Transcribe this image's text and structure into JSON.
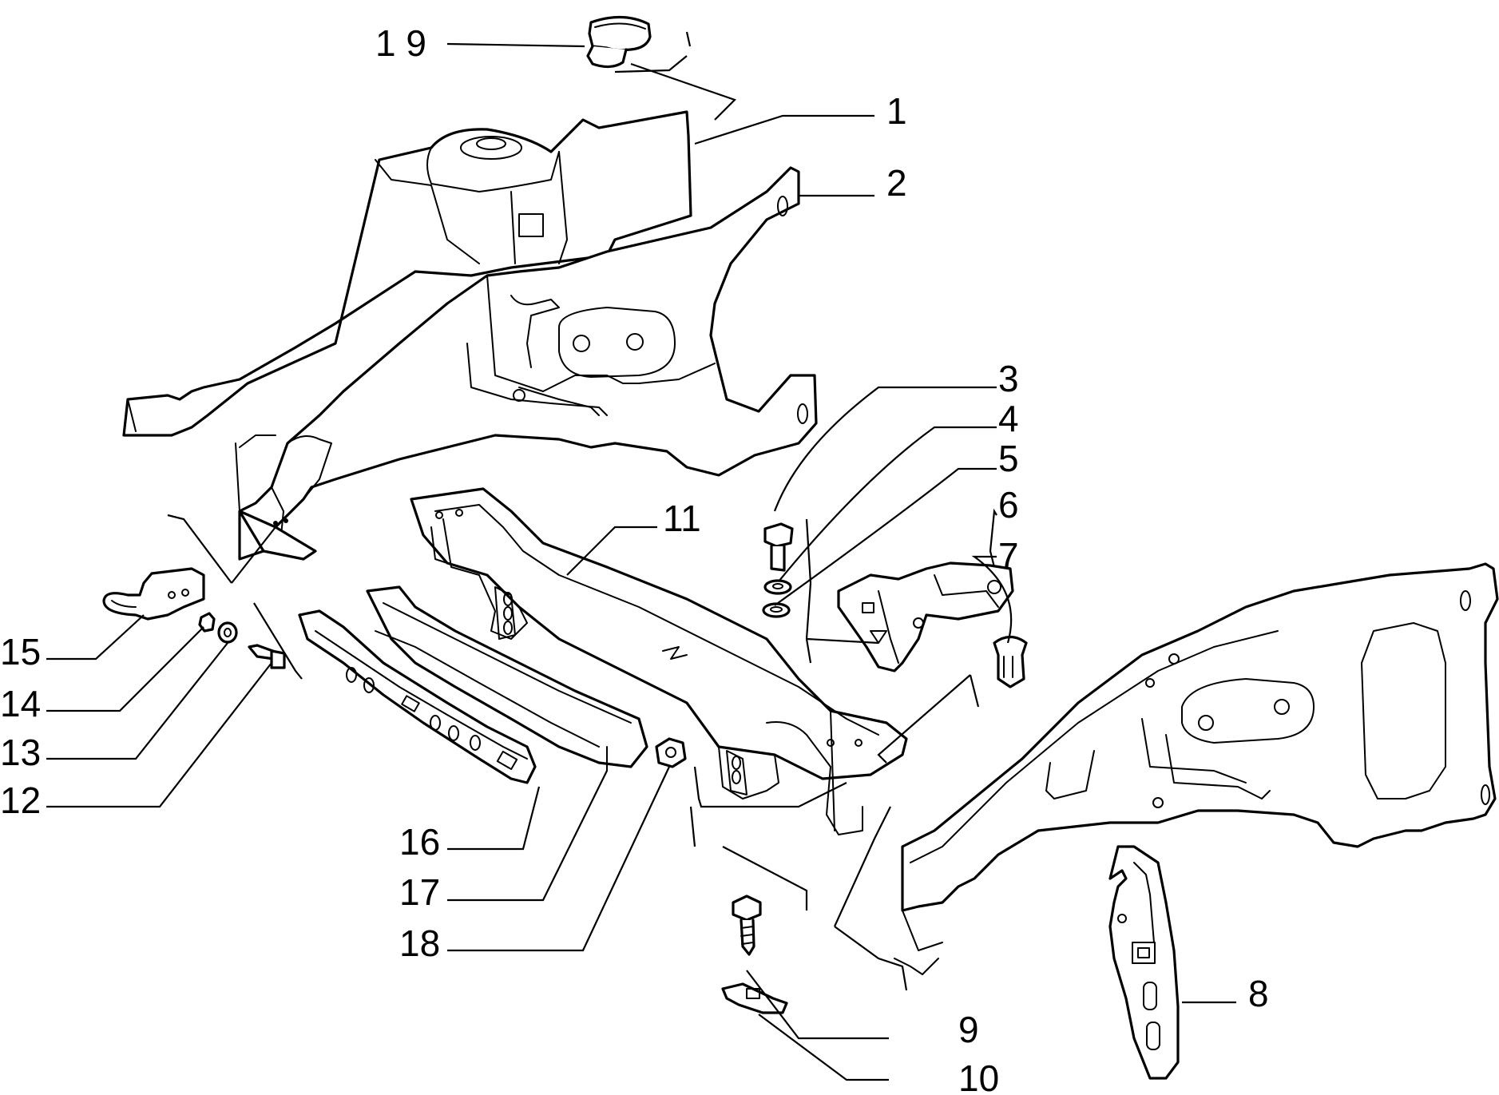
{
  "diagram": {
    "callouts": [
      {
        "id": "1",
        "label": "1"
      },
      {
        "id": "2",
        "label": "2"
      },
      {
        "id": "3",
        "label": "3"
      },
      {
        "id": "4",
        "label": "4"
      },
      {
        "id": "5",
        "label": "5"
      },
      {
        "id": "6",
        "label": "6"
      },
      {
        "id": "7",
        "label": "7"
      },
      {
        "id": "8",
        "label": "8"
      },
      {
        "id": "9",
        "label": "9"
      },
      {
        "id": "10",
        "label": "10"
      },
      {
        "id": "11",
        "label": "11"
      },
      {
        "id": "12",
        "label": "12"
      },
      {
        "id": "13",
        "label": "13"
      },
      {
        "id": "14",
        "label": "14"
      },
      {
        "id": "15",
        "label": "15"
      },
      {
        "id": "16",
        "label": "16"
      },
      {
        "id": "17",
        "label": "17"
      },
      {
        "id": "18",
        "label": "18"
      },
      {
        "id": "19",
        "label": "1 9"
      }
    ]
  }
}
